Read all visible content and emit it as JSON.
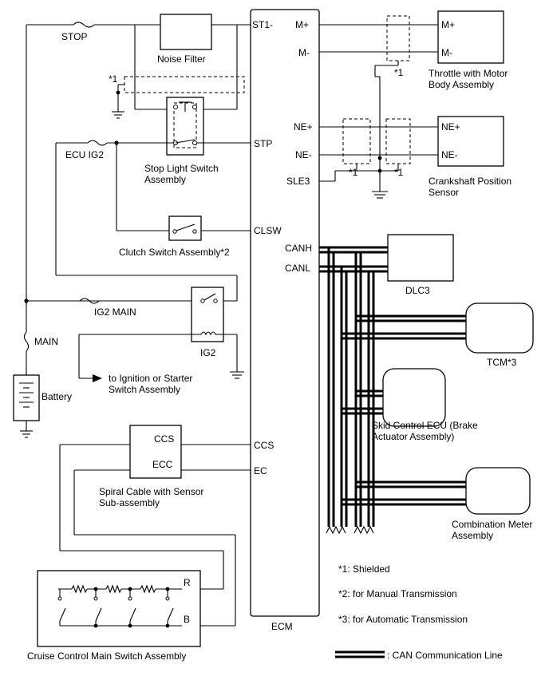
{
  "fuses": {
    "stop": "STOP",
    "ecu_ig2": "ECU IG2",
    "ig2_main": "IG2 MAIN",
    "main": "MAIN"
  },
  "components": {
    "noise_filter": "Noise Filter",
    "stop_light_switch": [
      "Stop Light Switch",
      "Assembly"
    ],
    "clutch_switch": "Clutch Switch Assembly*2",
    "ig2_relay": "IG2",
    "to_ignition": [
      "to Ignition or Starter",
      "Switch Assembly"
    ],
    "battery": "Battery",
    "spiral_cable": [
      "Spiral Cable with Sensor",
      "Sub-assembly"
    ],
    "cruise_switch": "Cruise Control Main Switch Assembly",
    "ecm": "ECM",
    "throttle": [
      "Throttle with Motor",
      "Body Assembly"
    ],
    "crankshaft": [
      "Crankshaft Position",
      "Sensor"
    ],
    "dlc3": "DLC3",
    "tcm": "TCM*3",
    "skid": [
      "Skid Control ECU (Brake",
      "Actuator Assembly)"
    ],
    "combination_meter": [
      "Combination Meter",
      "Assembly"
    ]
  },
  "ecm_pins": {
    "st1": "ST1-",
    "stp": "STP",
    "clsw": "CLSW",
    "canh": "CANH",
    "canl": "CANL",
    "ccs": "CCS",
    "ec": "EC",
    "m_plus": "M+",
    "m_minus": "M-",
    "ne_plus": "NE+",
    "ne_minus": "NE-",
    "sle3": "SLE3"
  },
  "device_pins": {
    "throttle_m_plus": "M+",
    "throttle_m_minus": "M-",
    "crank_ne_plus": "NE+",
    "crank_ne_minus": "NE-",
    "spiral_ccs": "CCS",
    "spiral_ecc": "ECC",
    "cruise_r": "R",
    "cruise_b": "B"
  },
  "shield_marks": {
    "noise": "*1",
    "throttle": "*1",
    "crank_left": "*1",
    "crank_right": "*1"
  },
  "notes": [
    "*1: Shielded",
    "*2: for Manual Transmission",
    "*3: for Automatic Transmission"
  ],
  "legend": ": CAN Communication Line"
}
